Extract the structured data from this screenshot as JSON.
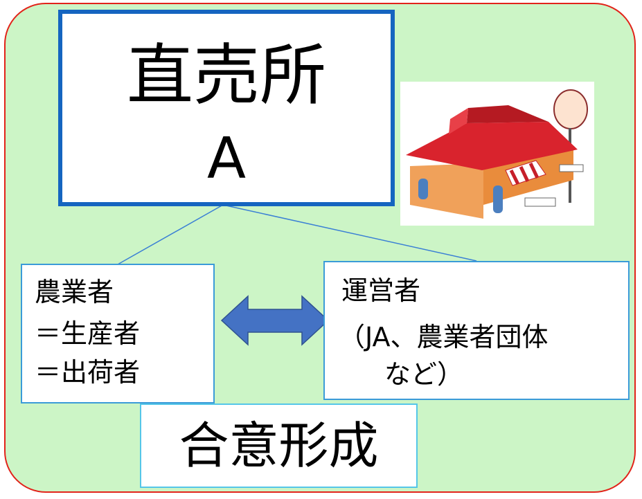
{
  "title": {
    "line1": "直売所",
    "line2": "A"
  },
  "farmer_box": {
    "line1": "農業者",
    "line2": "＝生産者",
    "line3": "＝出荷者"
  },
  "operator_box": {
    "line1": "運営者",
    "line2": "（JA、農業者団体",
    "line3": "など）"
  },
  "consensus": "合意形成",
  "colors": {
    "frame_fill": "#ccf5c6",
    "frame_border": "#e2231a",
    "title_border": "#1565c0",
    "box_border": "#3a9bd8",
    "arrow_fill": "#4472c4"
  },
  "icons": [
    "store-illustration-icon",
    "double-arrow-icon"
  ]
}
